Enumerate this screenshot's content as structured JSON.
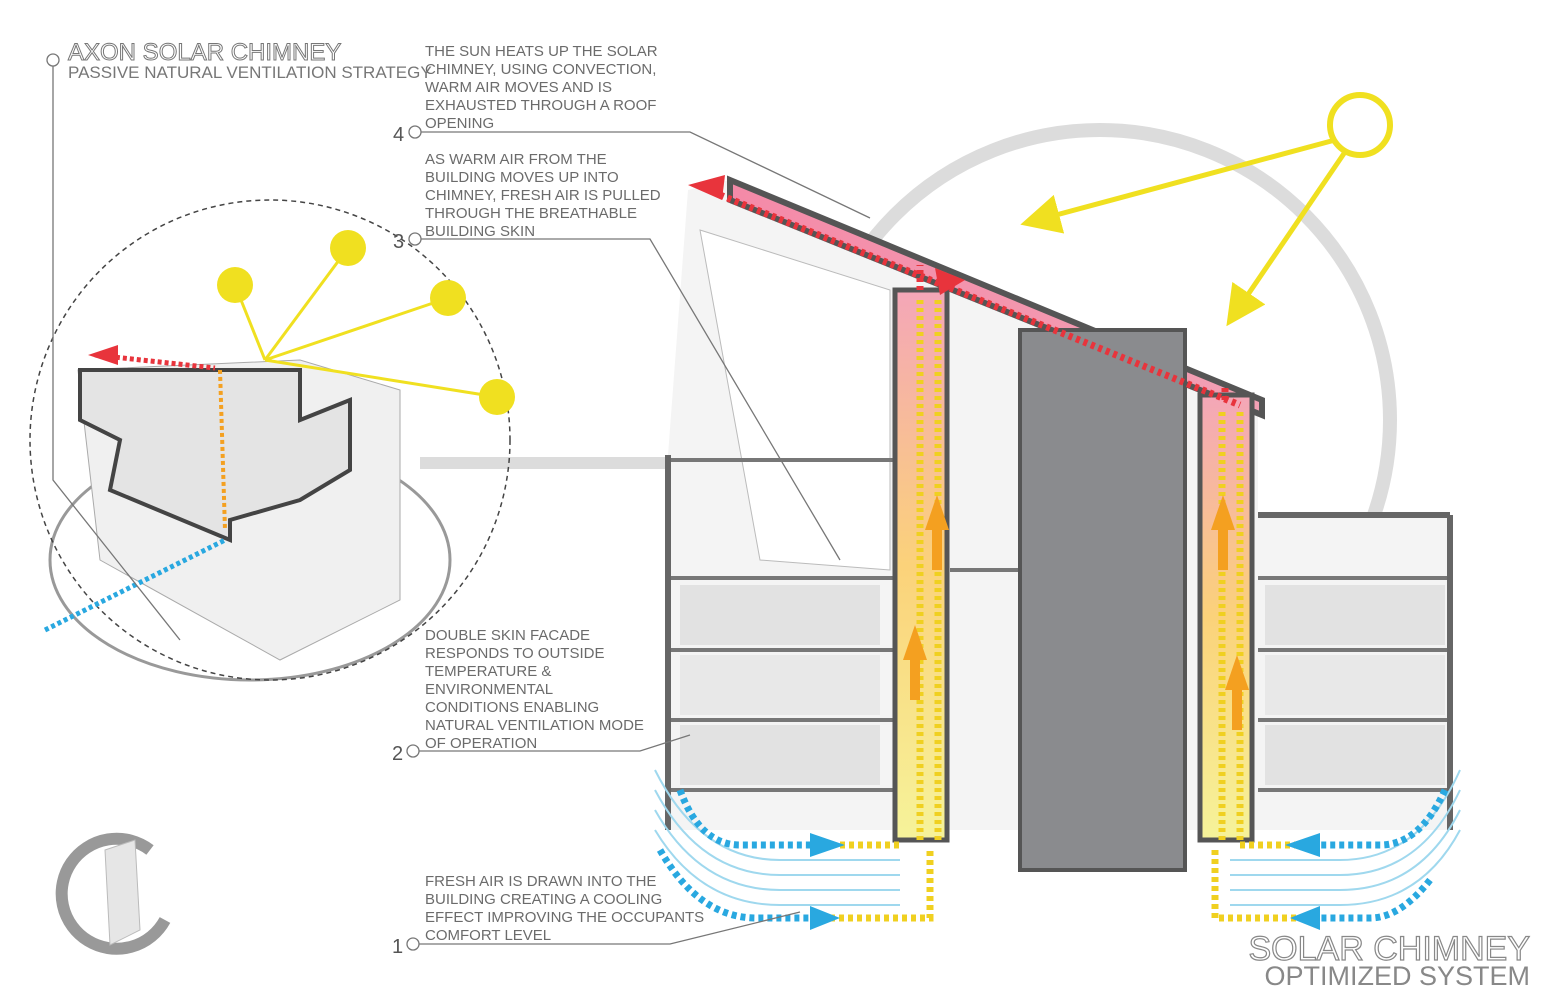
{
  "axon": {
    "title": "AXON SOLAR CHIMNEY",
    "subtitle": "PASSIVE NATURAL VENTILATION STRATEGY"
  },
  "callouts": [
    {
      "number": "4",
      "lines": [
        "THE SUN HEATS UP THE SOLAR",
        "CHIMNEY, USING CONVECTION,",
        "WARM AIR MOVES AND IS",
        "EXHAUSTED THROUGH A ROOF",
        "OPENING"
      ]
    },
    {
      "number": "3",
      "lines": [
        "AS WARM AIR FROM THE",
        "BUILDING MOVES UP INTO",
        "CHIMNEY, FRESH AIR IS PULLED",
        "THROUGH THE BREATHABLE",
        "BUILDING SKIN"
      ]
    },
    {
      "number": "2",
      "lines": [
        "DOUBLE SKIN FACADE",
        "RESPONDS TO OUTSIDE",
        "TEMPERATURE &",
        "ENVIRONMENTAL",
        "CONDITIONS ENABLING",
        "NATURAL VENTILATION MODE",
        "OF OPERATION"
      ]
    },
    {
      "number": "1",
      "lines": [
        "FRESH AIR IS DRAWN INTO THE",
        "BUILDING CREATING A COOLING",
        "EFFECT IMPROVING THE OCCUPANTS",
        "COMFORT LEVEL"
      ]
    }
  ],
  "footer": {
    "title": "SOLAR CHIMNEY",
    "subtitle": "OPTIMIZED SYSTEM"
  },
  "colors": {
    "sun": "#f0e020",
    "hot_air": "#e8343c",
    "warm_air": "#f4a020",
    "cool_air": "#29a8e0",
    "structure": "#555555",
    "core": "#8a8b8e"
  }
}
